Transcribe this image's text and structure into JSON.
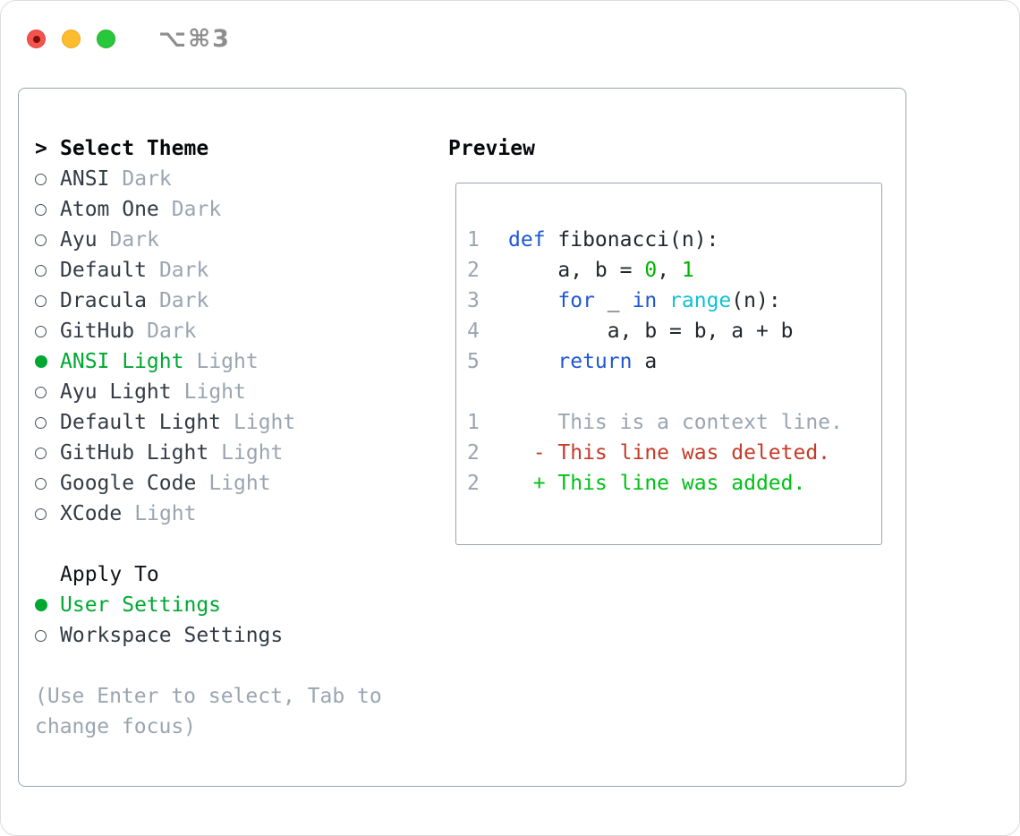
{
  "titlebar": {
    "shortcut": "⌥⌘3",
    "lights": {
      "close": {
        "fill": "#f5544d",
        "border": "#e4433c"
      },
      "minimize": {
        "fill": "#fdbc2e",
        "border": "#eba820"
      },
      "zoom": {
        "fill": "#28c83b",
        "border": "#1eb02f"
      }
    }
  },
  "theme_picker": {
    "header_prefix": ">",
    "header": "Select Theme",
    "items": [
      {
        "label": "ANSI",
        "tag": "Dark",
        "selected": false
      },
      {
        "label": "Atom One",
        "tag": "Dark",
        "selected": false
      },
      {
        "label": "Ayu",
        "tag": "Dark",
        "selected": false
      },
      {
        "label": "Default",
        "tag": "Dark",
        "selected": false
      },
      {
        "label": "Dracula",
        "tag": "Dark",
        "selected": false
      },
      {
        "label": "GitHub",
        "tag": "Dark",
        "selected": false
      },
      {
        "label": "ANSI Light",
        "tag": "Light",
        "selected": true
      },
      {
        "label": "Ayu Light",
        "tag": "Light",
        "selected": false
      },
      {
        "label": "Default Light",
        "tag": "Light",
        "selected": false
      },
      {
        "label": "GitHub Light",
        "tag": "Light",
        "selected": false
      },
      {
        "label": "Google Code",
        "tag": "Light",
        "selected": false
      },
      {
        "label": "XCode",
        "tag": "Light",
        "selected": false
      }
    ],
    "apply_header": "Apply To",
    "apply_items": [
      {
        "label": "User Settings",
        "selected": true
      },
      {
        "label": "Workspace Settings",
        "selected": false
      }
    ],
    "hint_lines": [
      "(Use Enter to select, Tab to",
      "change focus)"
    ]
  },
  "preview": {
    "title": "Preview",
    "lines": [
      {
        "num": "1",
        "tokens": [
          [
            "kw",
            "def"
          ],
          [
            "plain",
            " fibonacci(n):"
          ]
        ]
      },
      {
        "num": "2",
        "tokens": [
          [
            "plain",
            "    a, b = "
          ],
          [
            "num",
            "0"
          ],
          [
            "plain",
            ", "
          ],
          [
            "num",
            "1"
          ]
        ]
      },
      {
        "num": "3",
        "tokens": [
          [
            "plain",
            "    "
          ],
          [
            "kw",
            "for"
          ],
          [
            "plain",
            " _ "
          ],
          [
            "kw",
            "in"
          ],
          [
            "plain",
            " "
          ],
          [
            "fn",
            "range"
          ],
          [
            "plain",
            "(n):"
          ]
        ]
      },
      {
        "num": "4",
        "tokens": [
          [
            "plain",
            "        a, b = b, a + b"
          ]
        ]
      },
      {
        "num": "5",
        "tokens": [
          [
            "plain",
            "    "
          ],
          [
            "kw",
            "return"
          ],
          [
            "plain",
            " a"
          ]
        ]
      },
      {
        "blank": true
      },
      {
        "num": "1",
        "tokens": [
          [
            "ctx",
            "    This is a context line."
          ]
        ]
      },
      {
        "num": "2",
        "tokens": [
          [
            "del",
            "  - This line was deleted."
          ]
        ]
      },
      {
        "num": "2",
        "tokens": [
          [
            "add",
            "  + This line was added."
          ]
        ]
      }
    ]
  },
  "colors": {
    "accent_green": "#00a832",
    "keyword_blue": "#1f56d4",
    "function_cyan": "#0fc2d4",
    "number_green": "#00b400",
    "added_green": "#00c014",
    "deleted_red": "#c63a28",
    "muted_gray": "#9aa5b1",
    "text_dark": "#22272e",
    "panel_border": "#9aa4b0"
  }
}
